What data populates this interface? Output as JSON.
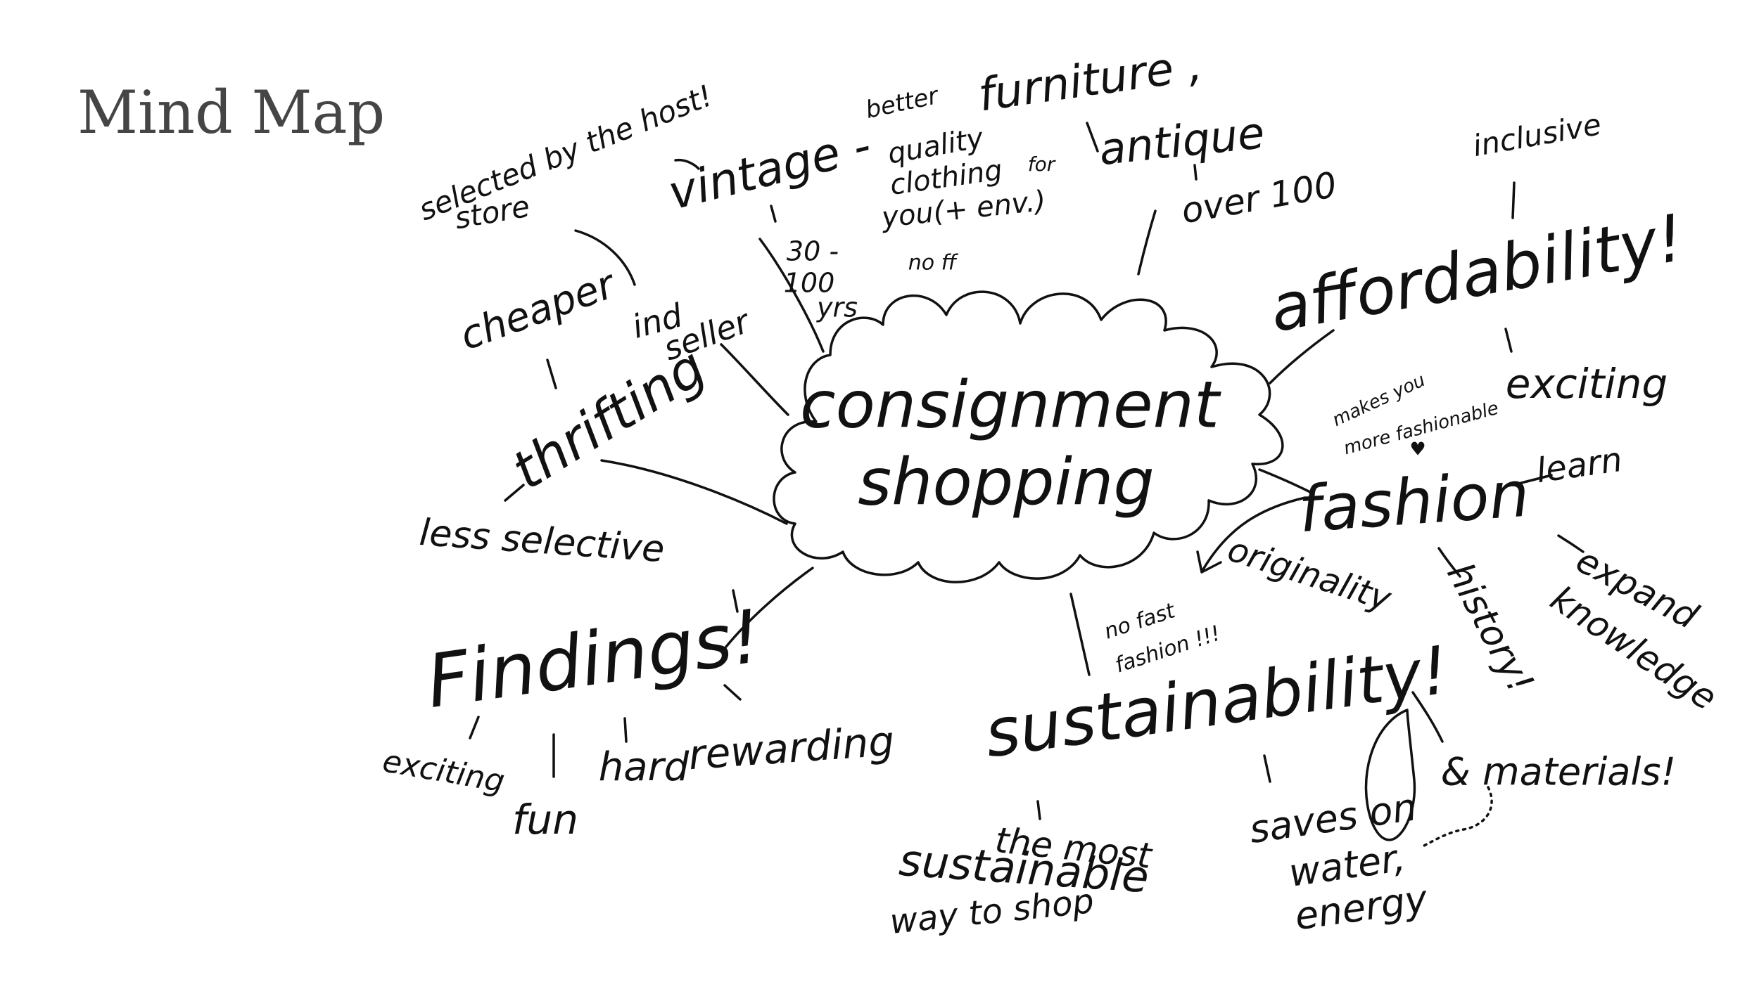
{
  "slide": {
    "title": "Mind Map"
  },
  "mindmap": {
    "center": [
      "consignment",
      "shopping"
    ],
    "labels": {
      "selected_by_host": [
        "selected by the host!",
        "store"
      ],
      "vintage": "vintage -",
      "vintage_years": [
        "30 -",
        "100",
        "yrs"
      ],
      "better_quality": [
        "better",
        "quality",
        "clothing",
        "you(+ env.)"
      ],
      "for_label": "for",
      "no_ff": "no ff",
      "furniture": "furniture ,",
      "antique": "antique",
      "over_100": "over 100",
      "inclusive": "inclusive",
      "affordability": "affordability!",
      "exciting_right": "exciting",
      "makes_you": [
        "makes you",
        "more fashionable"
      ],
      "heart": "♥",
      "fashion": "fashion",
      "learn": "learn",
      "originality": "originality",
      "no_fast_fashion": [
        "no fast",
        "fashion !!!"
      ],
      "history": "history!",
      "expand_knowledge": [
        "expand",
        "knowledge"
      ],
      "sustainability": "sustainability!",
      "materials": "& materials!",
      "saves_on": [
        "saves on",
        "water,",
        "energy"
      ],
      "most_sustainable": [
        "the most",
        "sustainable",
        "way to shop"
      ],
      "cheaper": "cheaper",
      "ind_seller": [
        "ind",
        "seller"
      ],
      "thrifting": "thrifting",
      "less_selective": "less selective",
      "findings": "Findings!",
      "exciting_left": "exciting",
      "fun": "fun",
      "hard": "hard",
      "rewarding": "rewarding"
    }
  }
}
